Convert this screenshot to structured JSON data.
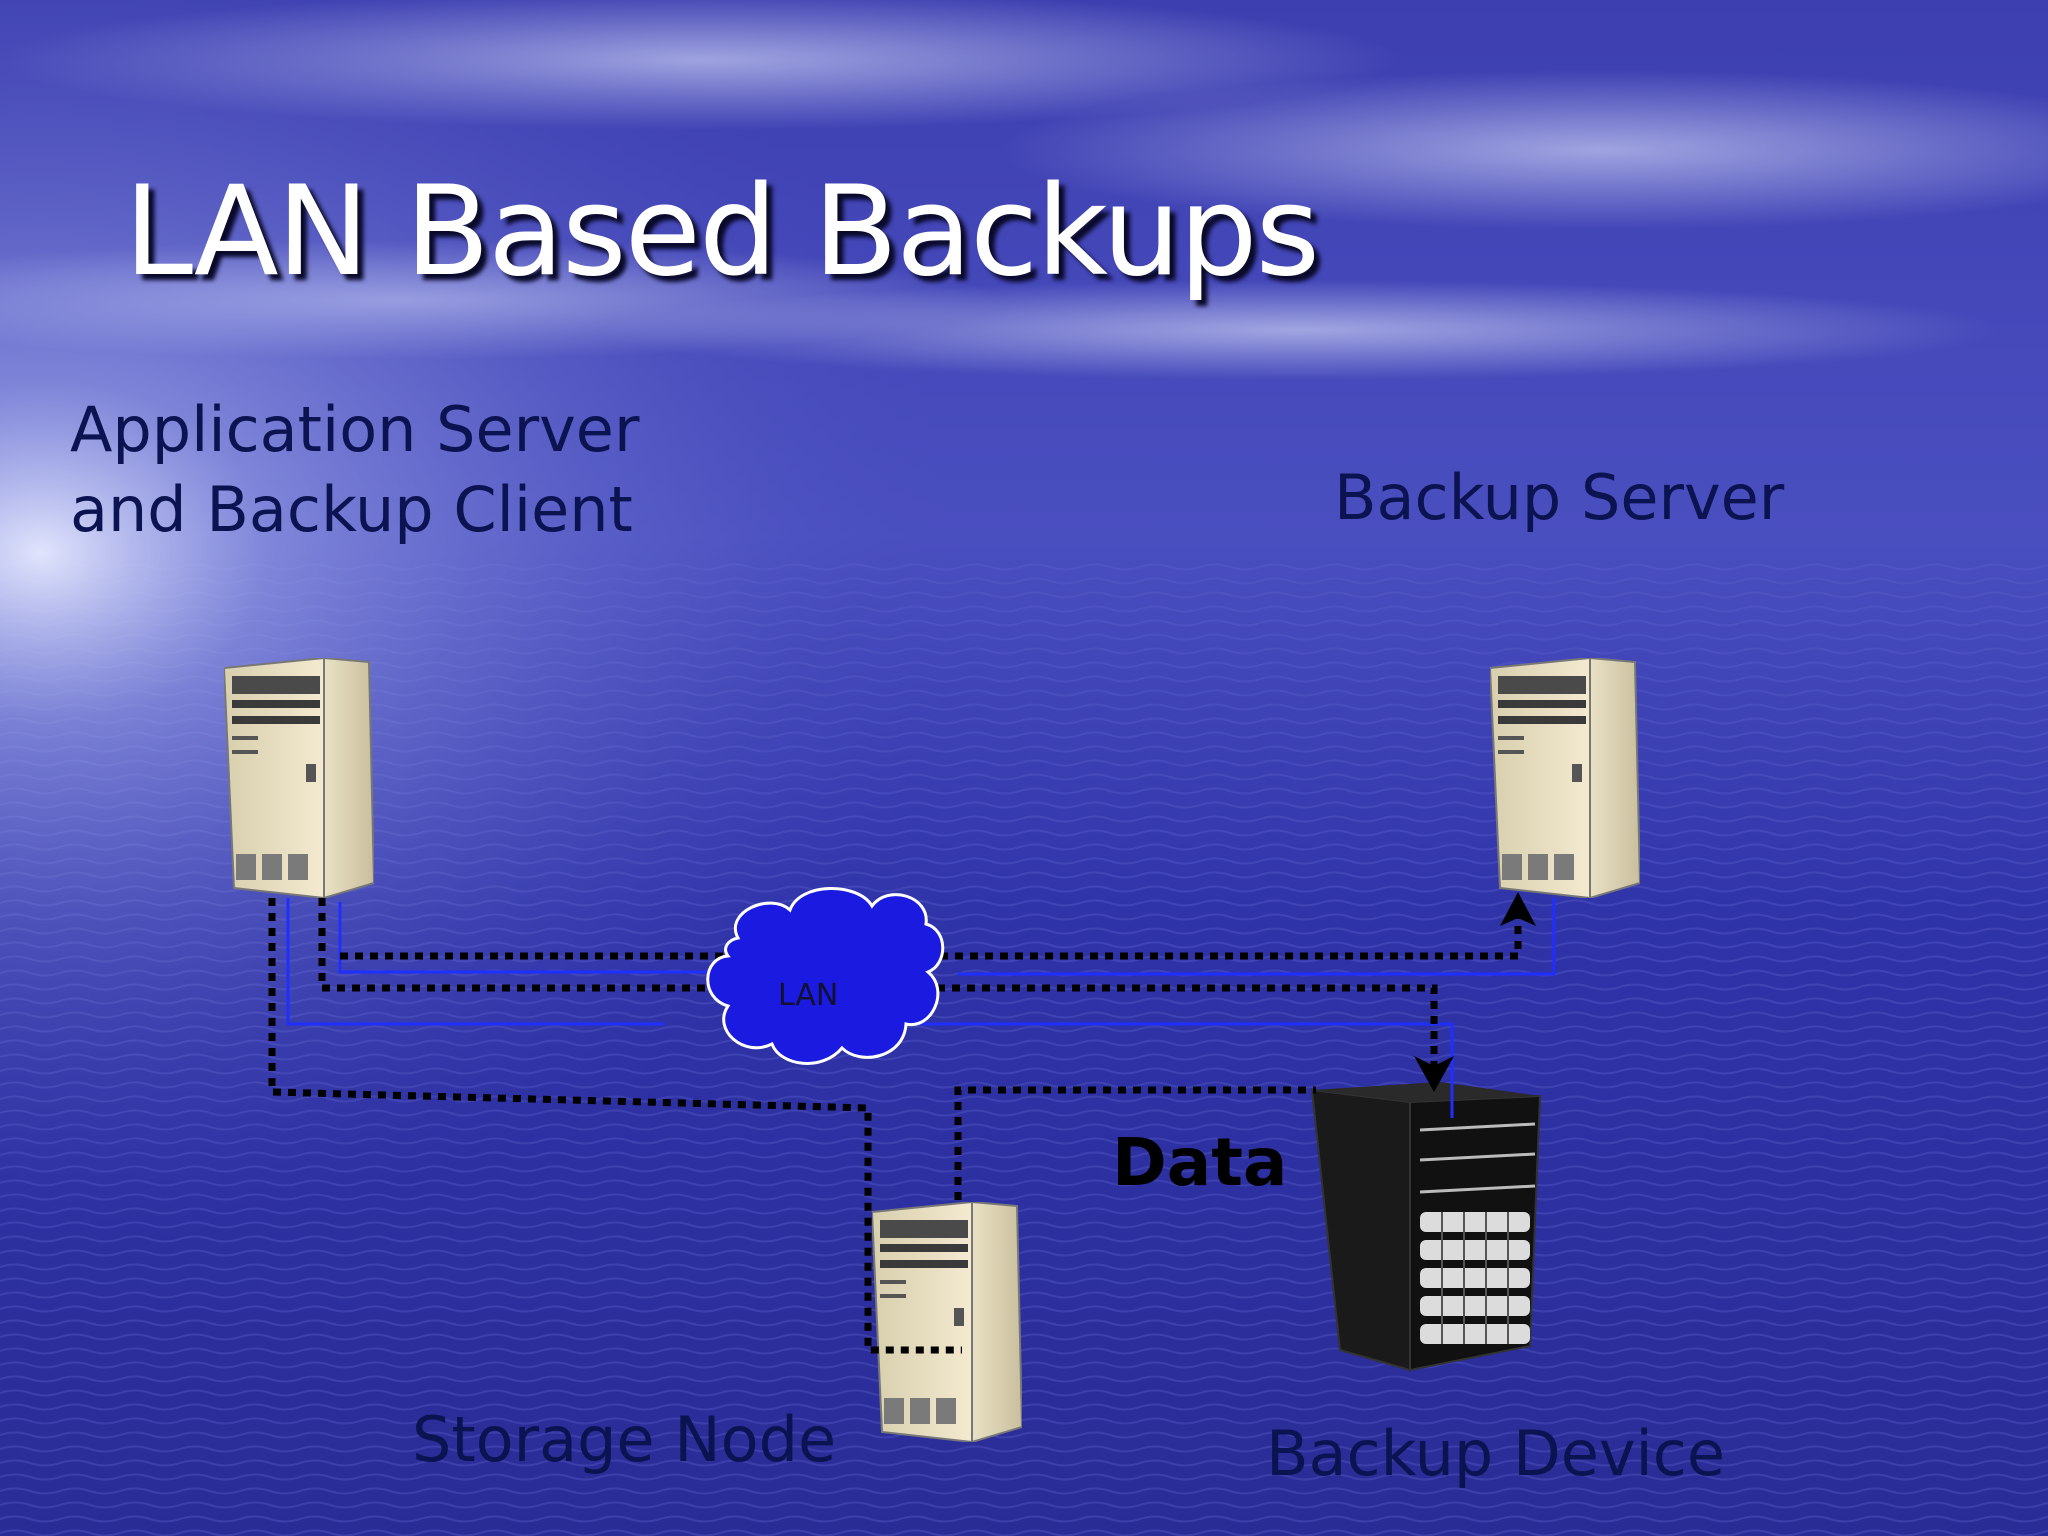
{
  "slide": {
    "title": "LAN Based Backups",
    "labels": {
      "application_server": [
        "Application Server",
        "and Backup Client"
      ],
      "backup_server": "Backup Server",
      "storage_node": "Storage Node",
      "backup_device": "Backup Device",
      "data": "Data",
      "lan": "LAN"
    }
  },
  "colors": {
    "background_deep": "#2a2a9e",
    "background_light": "#8f9ad6",
    "title_text": "#ffffff",
    "label_text": "#0b1450",
    "lan_cloud": "#1a1ae0",
    "network_line": "#1f2fff",
    "data_path": "#000000",
    "server_case": "#e9dfc0"
  },
  "icons": {
    "server": "tower-server-icon",
    "backup_device": "tape-library-icon",
    "lan": "cloud-icon"
  }
}
